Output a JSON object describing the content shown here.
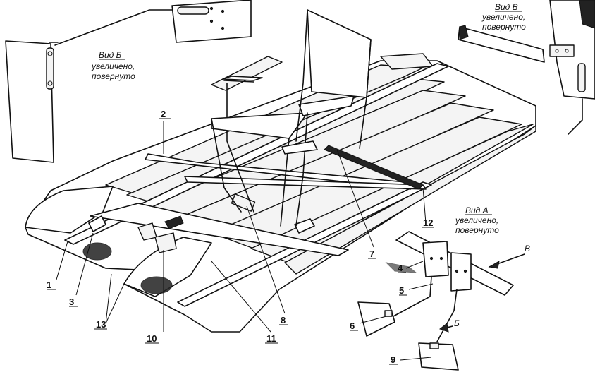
{
  "captions": {
    "view_b": {
      "title": "Вид Б",
      "line1": "увеличено,",
      "line2": "повернуто"
    },
    "view_v": {
      "title": "Вид В",
      "line1": "увеличено,",
      "line2": "повернуто"
    },
    "view_a": {
      "title": "Вид А",
      "line1": "увеличено,",
      "line2": "повернуто"
    }
  },
  "arrows": {
    "v": "В",
    "b": "Б"
  },
  "callouts": [
    "1",
    "2",
    "3",
    "4",
    "5",
    "6",
    "7",
    "8",
    "9",
    "10",
    "11",
    "12",
    "13"
  ]
}
